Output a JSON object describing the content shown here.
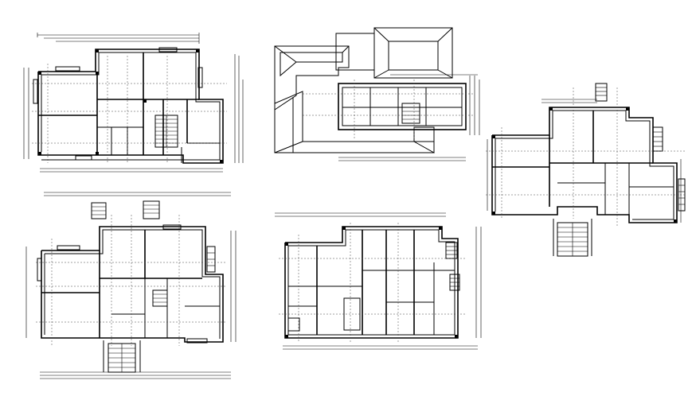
{
  "drawing": {
    "background": "#ffffff",
    "line_color": "#000000",
    "panels": [
      {
        "id": "plan-1",
        "kind": "floor-plan"
      },
      {
        "id": "roof-plan",
        "kind": "roof-plan"
      },
      {
        "id": "plan-3",
        "kind": "floor-plan"
      },
      {
        "id": "plan-4",
        "kind": "floor-plan"
      },
      {
        "id": "plan-5",
        "kind": "floor-plan"
      }
    ]
  }
}
